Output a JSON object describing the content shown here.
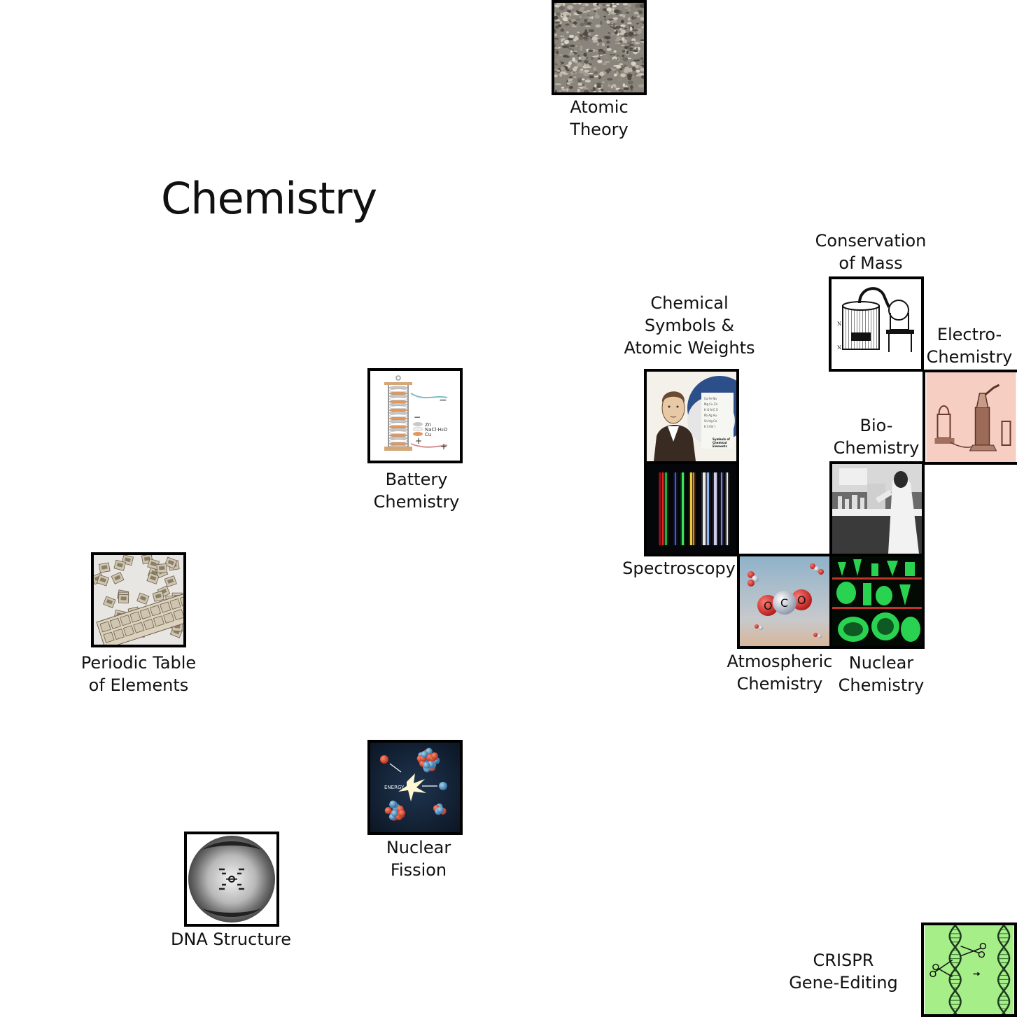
{
  "title": "Chemistry",
  "nodes": [
    {
      "id": "atomic-theory",
      "lines": [
        "Atomic",
        "Theory"
      ],
      "icon": "gravel-icon"
    },
    {
      "id": "conservation-of-mass",
      "lines": [
        "Conservation",
        "of Mass"
      ],
      "icon": "lavoisier-apparatus-icon"
    },
    {
      "id": "chemical-symbols",
      "lines": [
        "Chemical",
        "Symbols &",
        "Atomic Weights"
      ],
      "icon": "berzelius-portrait-icon"
    },
    {
      "id": "electro-chemistry",
      "lines": [
        "Electro-",
        "Chemistry"
      ],
      "icon": "electrolysis-apparatus-icon"
    },
    {
      "id": "bio-chemistry",
      "lines": [
        "Bio-",
        "Chemistry"
      ],
      "icon": "laboratory-photo-icon"
    },
    {
      "id": "battery-chemistry",
      "lines": [
        "Battery",
        "Chemistry"
      ],
      "icon": "voltaic-pile-icon"
    },
    {
      "id": "spectroscopy",
      "lines": [
        "Spectroscopy"
      ],
      "icon": "spectral-lines-icon"
    },
    {
      "id": "atmospheric-chemistry",
      "lines": [
        "Atmospheric",
        "Chemistry"
      ],
      "icon": "co2-molecule-icon"
    },
    {
      "id": "nuclear-chemistry",
      "lines": [
        "Nuclear",
        "Chemistry"
      ],
      "icon": "uranium-glass-icon"
    },
    {
      "id": "periodic-table",
      "lines": [
        "Periodic Table",
        "of Elements"
      ],
      "icon": "element-tiles-icon"
    },
    {
      "id": "nuclear-fission",
      "lines": [
        "Nuclear",
        "Fission"
      ],
      "icon": "fission-icon",
      "text": "ENERGY"
    },
    {
      "id": "dna-structure",
      "lines": [
        "DNA Structure"
      ],
      "icon": "xray-diffraction-icon"
    },
    {
      "id": "crispr",
      "lines": [
        "CRISPR",
        "Gene-Editing"
      ],
      "icon": "dna-scissors-icon"
    }
  ],
  "chemical_symbols_caption": [
    "Symbols of",
    "Chemical",
    "Elements"
  ],
  "battery_labels": {
    "minus": "−",
    "plus": "+",
    "zn": "Zn",
    "nacl": "NaCl·H₂O",
    "cu": "Cu"
  },
  "co2_letters": [
    "O",
    "C",
    "O"
  ],
  "colors": {
    "border": "#000000",
    "electro_bg": "#f6cfc2",
    "crispr_bg": "#a6ee88",
    "uranium_green": "#2ee85a"
  }
}
